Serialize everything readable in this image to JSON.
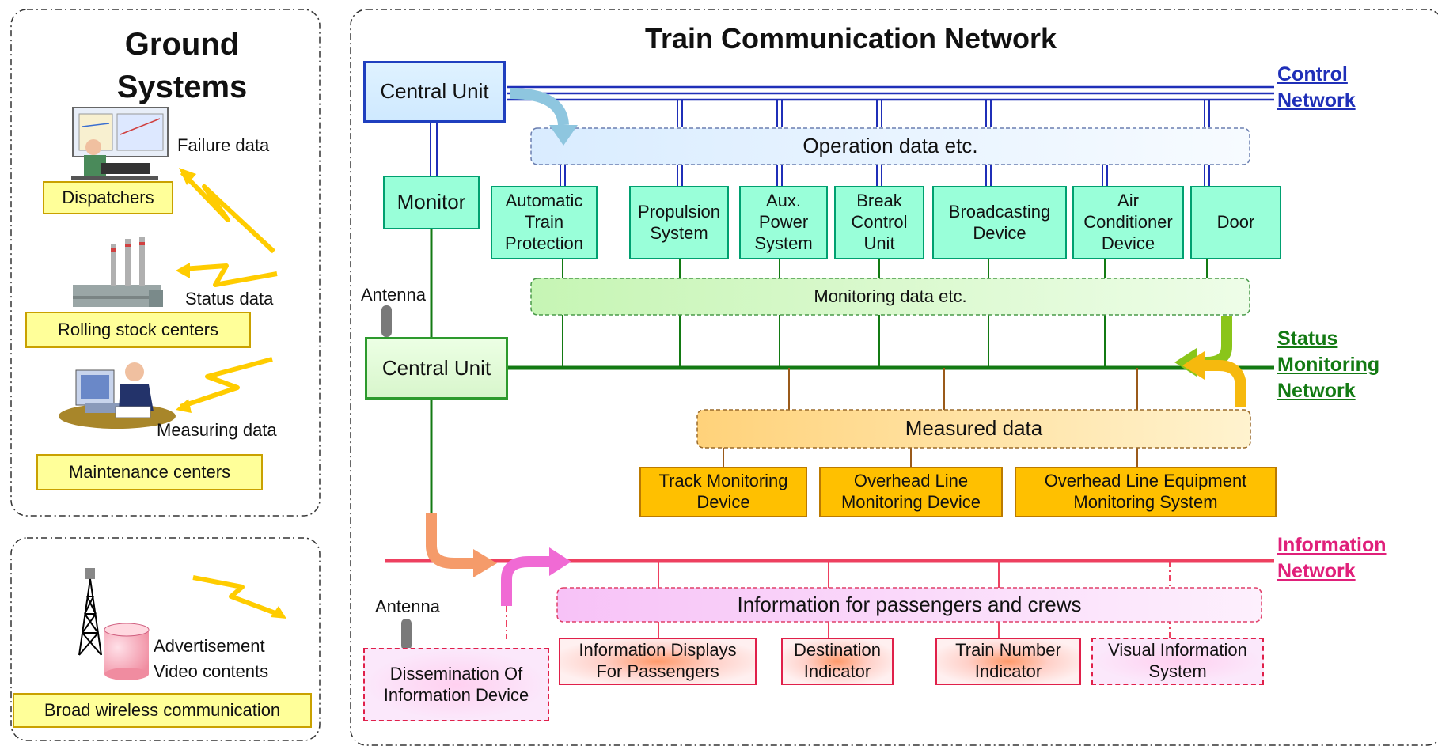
{
  "title": "Train Communication Network",
  "ground": {
    "title": "Ground Systems",
    "dispatchers": "Dispatchers",
    "rolling_stock": "Rolling stock centers",
    "maintenance": "Maintenance centers",
    "failure_data": "Failure data",
    "status_data": "Status data",
    "measuring_data": "Measuring data"
  },
  "wireless": {
    "advertisement": "Advertisement",
    "video": "Video contents",
    "broad": "Broad wireless communication"
  },
  "networks": {
    "control_1": "Control",
    "control_2": "Network",
    "status_1": "Status",
    "status_2": "Monitoring",
    "status_3": "Network",
    "info_1": "Information",
    "info_2": "Network"
  },
  "central_unit_top": "Central Unit",
  "central_unit_mid": "Central Unit",
  "monitor": "Monitor",
  "antenna_top": "Antenna",
  "antenna_bottom": "Antenna",
  "operation_data": "Operation data etc.",
  "monitoring_data": "Monitoring data etc.",
  "measured_data": "Measured data",
  "info_band": "Information for passengers and crews",
  "devices": [
    [
      "Automatic",
      "Train",
      "Protection"
    ],
    [
      "Propulsion",
      "System"
    ],
    [
      "Aux.",
      "Power",
      "System"
    ],
    [
      "Break",
      "Control",
      "Unit"
    ],
    [
      "Broadcasting",
      "Device"
    ],
    [
      "Air",
      "Conditioner",
      "Device"
    ],
    [
      "Door"
    ]
  ],
  "sensors": [
    [
      "Track Monitoring",
      "Device"
    ],
    [
      "Overhead Line",
      "Monitoring Device"
    ],
    [
      "Overhead Line Equipment",
      "Monitoring System"
    ]
  ],
  "info_devices": [
    [
      "Information Displays",
      "For Passengers"
    ],
    [
      "Destination",
      "Indicator"
    ],
    [
      "Train Number",
      "Indicator"
    ],
    [
      "Visual Information",
      "System"
    ]
  ],
  "dissemination": [
    "Dissemination Of",
    "Information Device"
  ],
  "colors": {
    "control": "#1f2fb8",
    "status": "#137a13",
    "info": "#ee4060",
    "info_label": "#e0207a"
  }
}
